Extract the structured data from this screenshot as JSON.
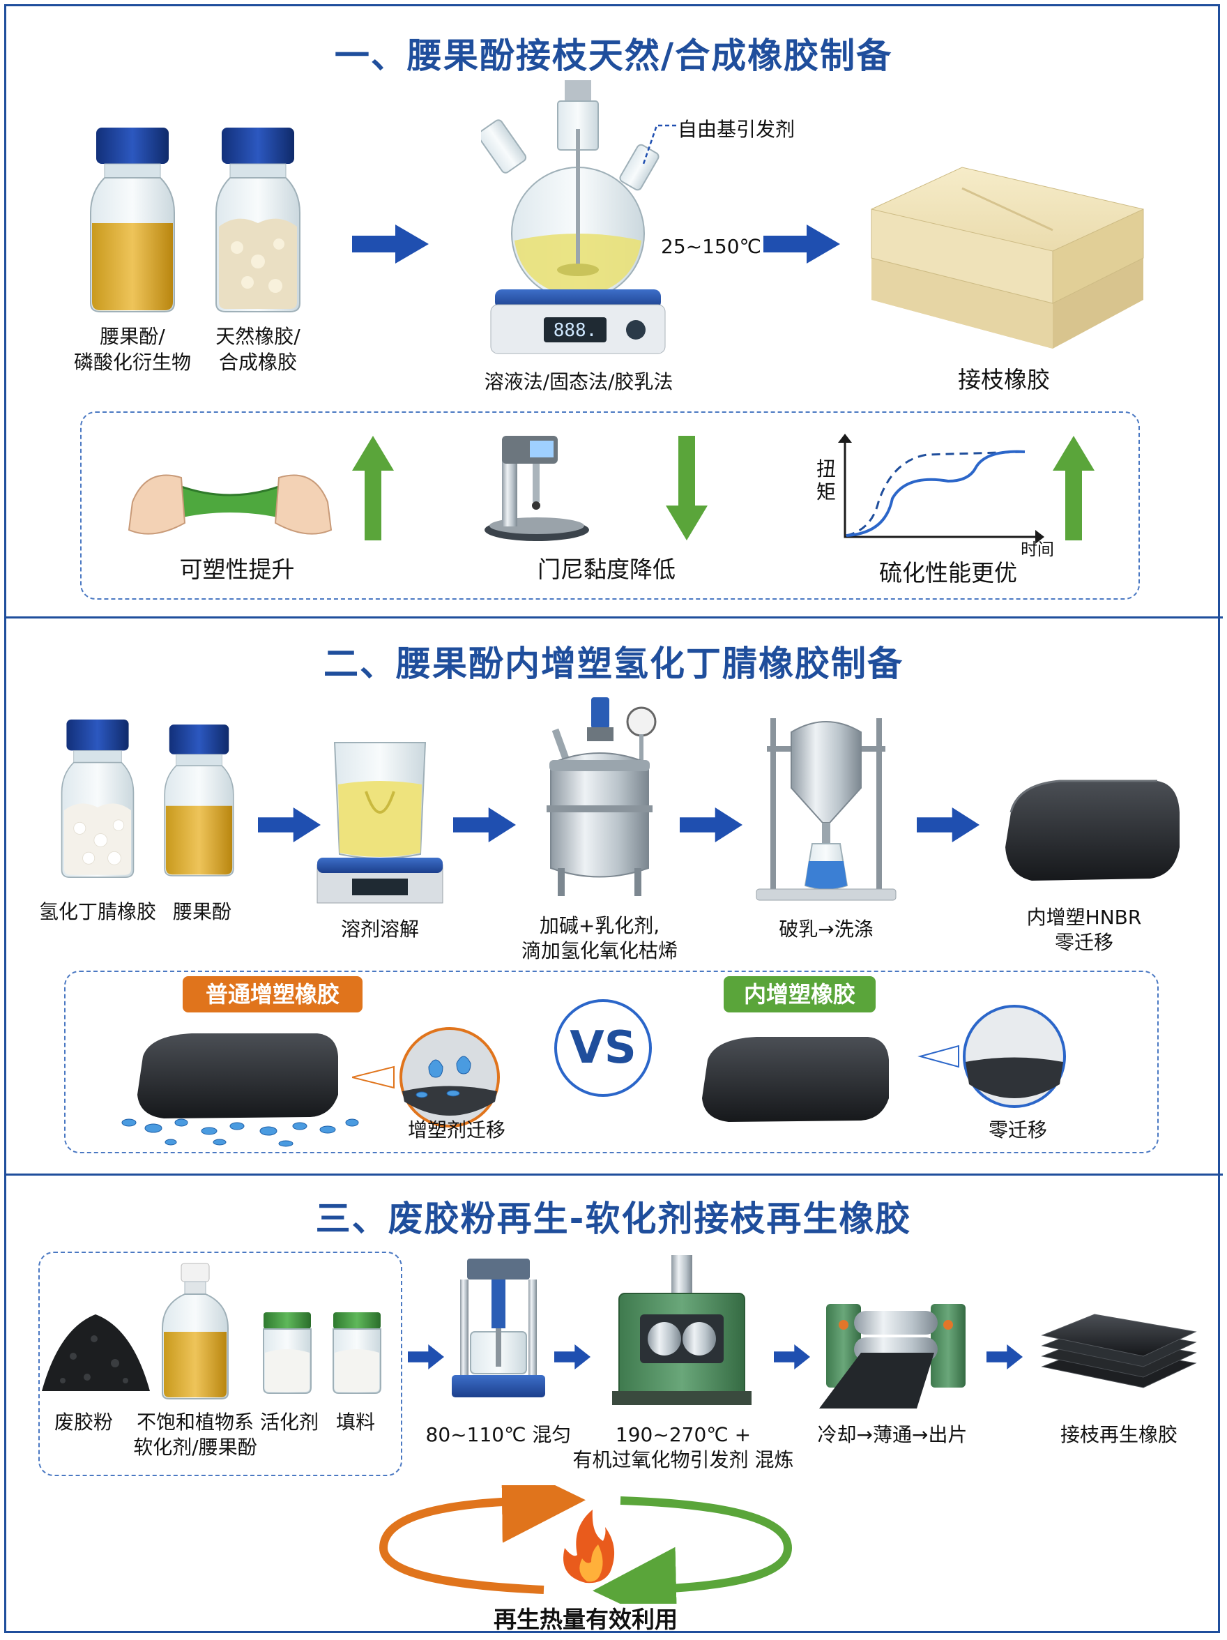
{
  "section1": {
    "title": "一、腰果酚接枝天然/合成橡胶制备",
    "bottle1_label": [
      "腰果酚/",
      "磷酸化衍生物"
    ],
    "bottle2_label": [
      "天然橡胶/",
      "合成橡胶"
    ],
    "reactor_label": "溶液法/固态法/胶乳法",
    "initiator_label": "自由基引发剂",
    "temperature": "25~150℃",
    "display_readout": "888.",
    "product_label": "接枝橡胶",
    "benefits": [
      "可塑性提升",
      "门尼黏度降低",
      "硫化性能更优"
    ],
    "curve_ylabel": [
      "扭",
      "矩"
    ],
    "curve_xlabel": "时间"
  },
  "section2": {
    "title": "二、腰果酚内增塑氢化丁腈橡胶制备",
    "bottle1_label": "氢化丁腈橡胶",
    "bottle2_label": "腰果酚",
    "step1_label": "溶剂溶解",
    "step2_label": [
      "加碱+乳化剂,",
      "滴加氢化氧化枯烯"
    ],
    "step3_label": "破乳→洗涤",
    "product_label": [
      "内增塑HNBR",
      "零迁移"
    ],
    "compare_left_tag": "普通增塑橡胶",
    "compare_right_tag": "内增塑橡胶",
    "vs_text": "VS",
    "left_caption": "增塑剂迁移",
    "right_caption": "零迁移"
  },
  "section3": {
    "title": "三、废胶粉再生-软化剂接枝再生橡胶",
    "item1_label": "废胶粉",
    "item2_label": [
      "不饱和植物系",
      "软化剂/腰果酚"
    ],
    "item3_label": "活化剂",
    "item4_label": "填料",
    "step1_label": "80~110℃ 混匀",
    "step2_label": [
      "190~270℃ +",
      "有机过氧化物引发剂 混炼"
    ],
    "step3_label": "冷却→薄通→出片",
    "product_label": "接枝再生橡胶",
    "cycle_label": "再生热量有效利用"
  },
  "colors": {
    "title_blue": "#1f4e9c",
    "arrow_blue": "#1f4fb0",
    "green": "#5aa53a",
    "orange": "#e0741c",
    "dash_border": "#4a78c2"
  }
}
